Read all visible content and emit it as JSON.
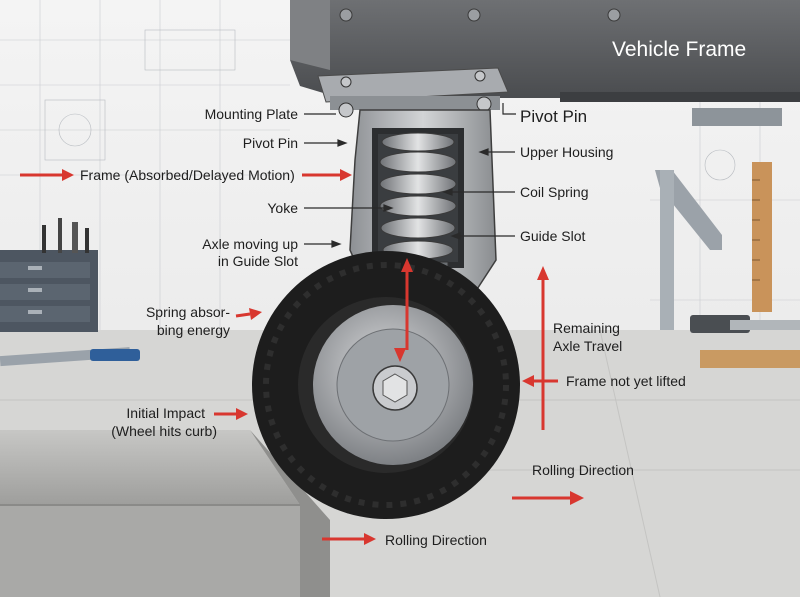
{
  "title": "Vehicle Frame",
  "labels": {
    "mounting_plate": "Mounting Plate",
    "pivot_pin_left": "Pivot Pin",
    "pivot_pin_right": "Pivot Pin",
    "frame_motion": "Frame (Absorbed/Delayed Motion)",
    "upper_housing": "Upper Housing",
    "coil_spring": "Coil Spring",
    "yoke": "Yoke",
    "guide_slot": "Guide Slot",
    "axle_moving_1": "Axle moving up",
    "axle_moving_2": "in Guide Slot",
    "spring_absorbing_1": "Spring absor-",
    "spring_absorbing_2": "bing energy",
    "remaining_travel_1": "Remaining",
    "remaining_travel_2": "Axle Travel",
    "frame_not_lifted": "Frame not yet lifted",
    "initial_impact_1": "Initial Impact",
    "initial_impact_2": "(Wheel hits curb)",
    "rolling_direction_right": "Rolling Direction",
    "rolling_direction_bottom": "Rolling Direction"
  },
  "colors": {
    "arrow": "#d8372f",
    "line": "#2a2a2a",
    "frame": "#5d5f62",
    "tire": "#1d1d1d",
    "metal": "#b7babd"
  }
}
